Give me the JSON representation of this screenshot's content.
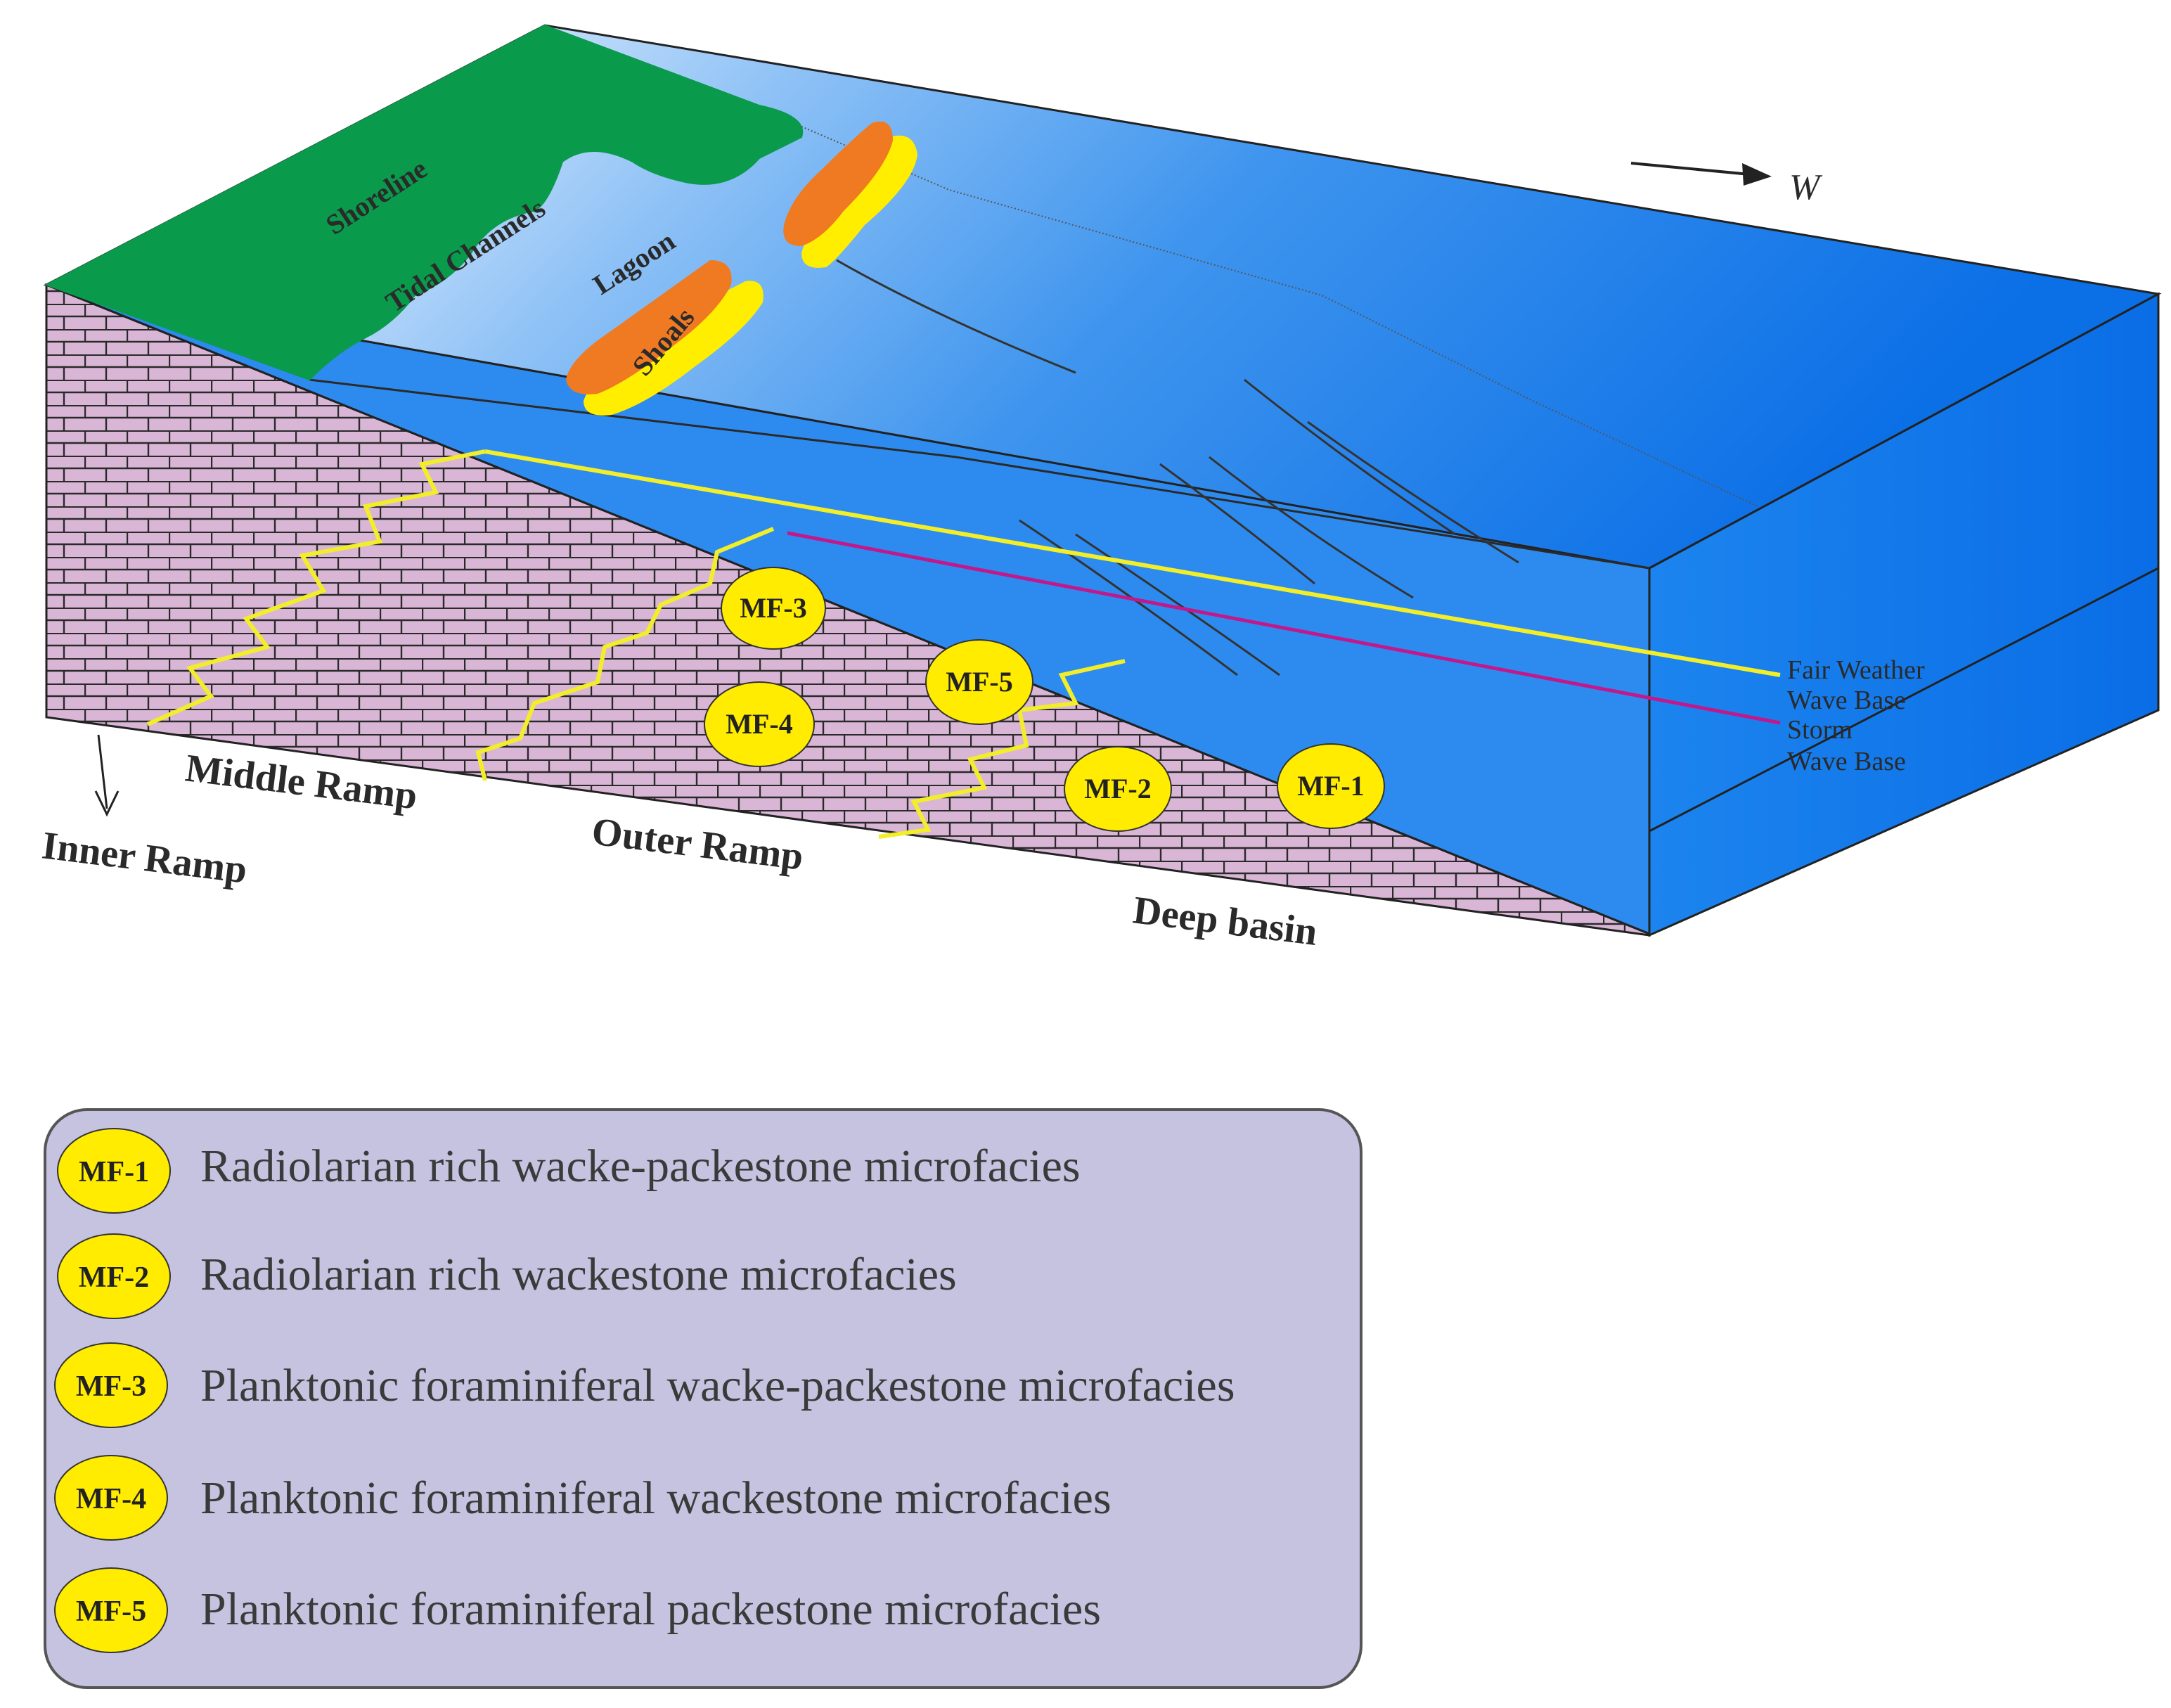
{
  "direction": {
    "label": "W"
  },
  "labels": {
    "shoreline": "Shoreline",
    "tidal_channels": "Tidal Channels",
    "lagoon": "Lagoon",
    "shoals": "Shoals",
    "fair_weather_1": "Fair Weather",
    "fair_weather_2": "Wave Base",
    "storm_1": "Storm",
    "storm_2": "Wave Base",
    "middle_ramp": "Middle Ramp",
    "inner_ramp": "Inner Ramp",
    "outer_ramp": "Outer Ramp",
    "deep_basin": "Deep basin"
  },
  "markers": {
    "mf1": "MF-1",
    "mf2": "MF-2",
    "mf3": "MF-3",
    "mf4": "MF-4",
    "mf5": "MF-5"
  },
  "legend": {
    "items": [
      {
        "code": "MF-1",
        "text": "Radiolarian rich wacke-packestone microfacies"
      },
      {
        "code": "MF-2",
        "text": "Radiolarian rich wackestone microfacies"
      },
      {
        "code": "MF-3",
        "text": "Planktonic foraminiferal wacke-packestone microfacies"
      },
      {
        "code": "MF-4",
        "text": "Planktonic foraminiferal wackestone microfacies"
      },
      {
        "code": "MF-5",
        "text": "Planktonic foraminiferal packestone microfacies"
      }
    ]
  },
  "colors": {
    "water": "#0b73e8",
    "land": "#0a9a4c",
    "rock": "#d9b6d6",
    "shoal_core": "#f07a22",
    "shoal_rim": "#ffee00",
    "marker": "#ffec00",
    "fair_weather_line": "#f2ee2a",
    "storm_line": "#c2188a",
    "legend_bg": "#c6c3e1"
  }
}
